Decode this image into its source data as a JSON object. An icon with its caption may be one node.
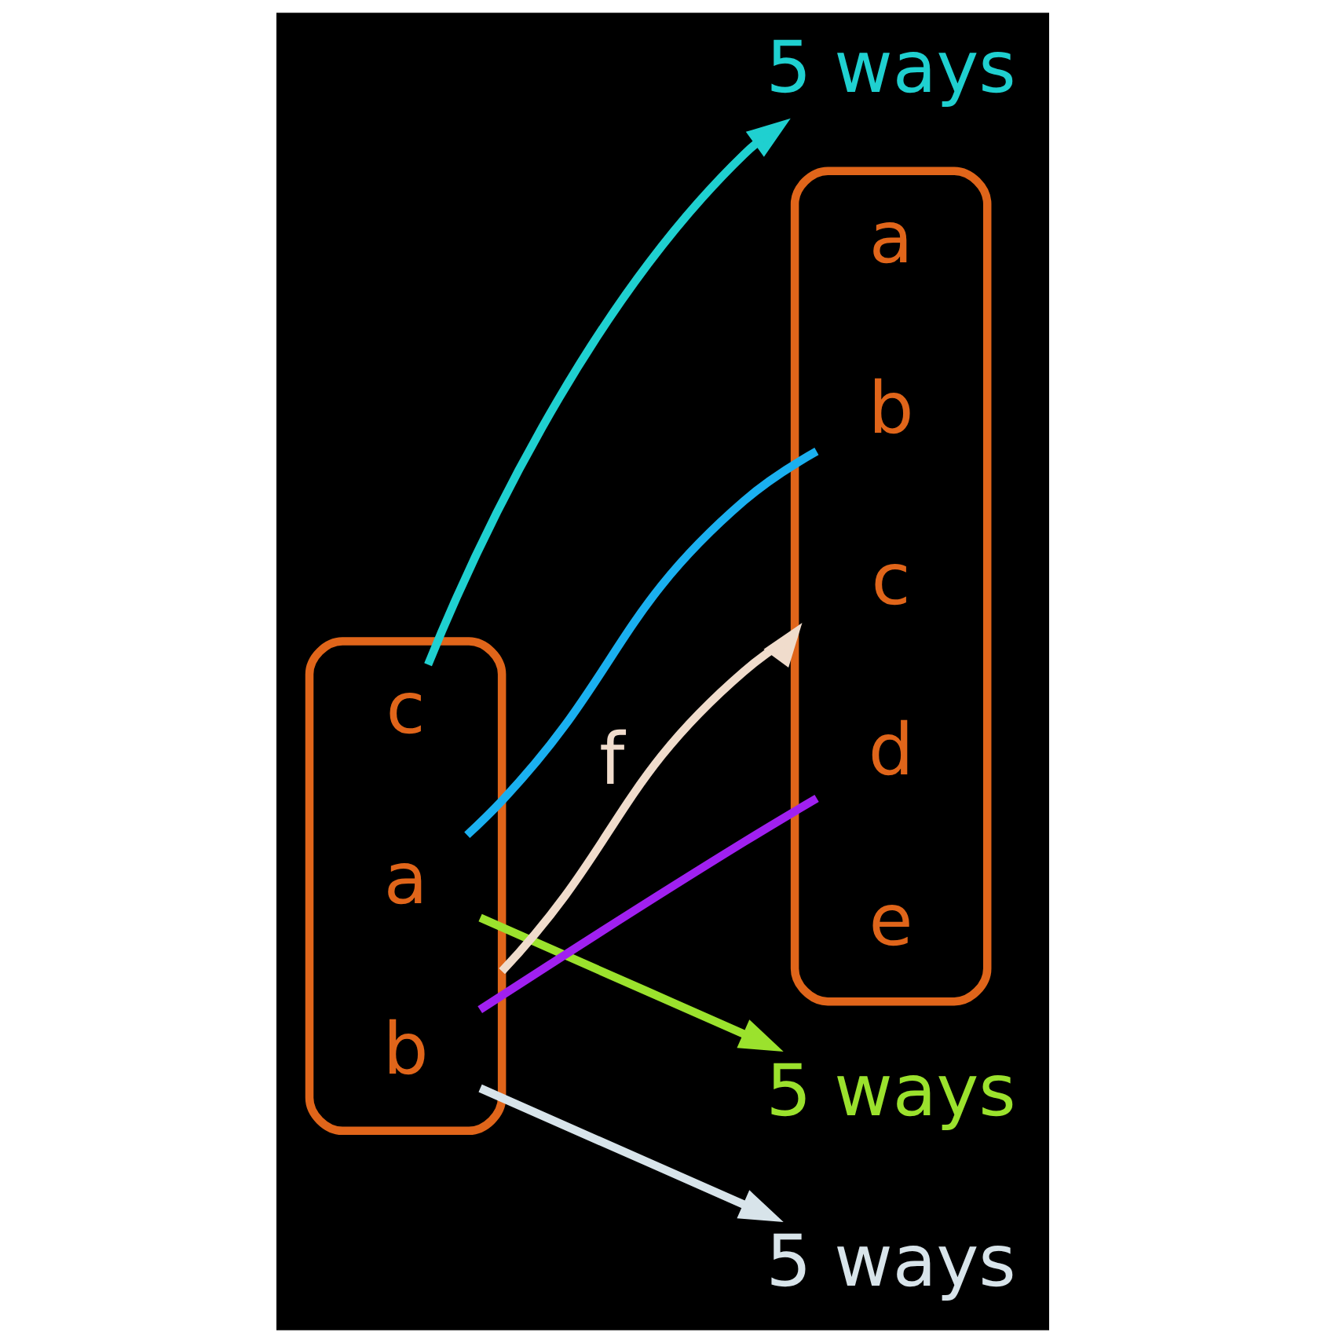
{
  "diagram": {
    "nodes": [
      {
        "text": [],
        "shape": "ellipse"
      },
      {
        "text": [
          "a"
        ],
        "in": 0
      },
      {
        "text": [
          "b"
        ],
        "in": 0
      },
      {
        "text": [
          "c"
        ],
        "in": 0
      },
      {
        "text": [],
        "shape": "ellipse"
      },
      {
        "text": [
          "a"
        ],
        "in": 4
      },
      {
        "text": [
          "b"
        ],
        "in": 4
      },
      {
        "text": [
          "c"
        ],
        "in": 4
      },
      {
        "text": [
          "d"
        ],
        "in": 4
      },
      {
        "text": [
          "e"
        ],
        "in": 4
      },
      {
        "text": [
          "5 ways"
        ]
      },
      {
        "text": [
          "5 ways"
        ]
      },
      {
        "text": [
          "5 ways"
        ]
      }
    ],
    "edges": [
      {
        "from": 0,
        "to": 4,
        "arrow": "to",
        "label": "f",
        "color": "#f0dccc"
      },
      {
        "from": 1,
        "to": 10,
        "arrow": "to",
        "color": "#9be22d"
      },
      {
        "from": 2,
        "to": 11,
        "arrow": "to",
        "color": "#d8e4ea"
      },
      {
        "from": 3,
        "to": 12,
        "arrow": "to",
        "color": "#1fd0d0"
      },
      {
        "from": 1,
        "to": 6,
        "arrow": "none",
        "color": "#1ab0f0"
      },
      {
        "from": 2,
        "to": 8,
        "arrow": "none",
        "color": "#a020f0"
      }
    ]
  }
}
